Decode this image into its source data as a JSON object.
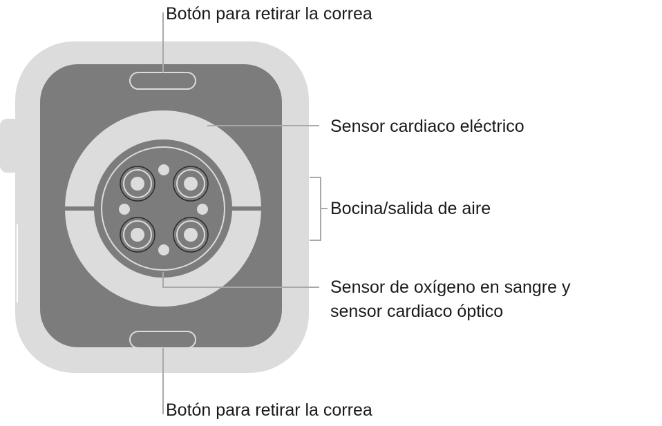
{
  "callouts": {
    "top_band_button": "Botón para retirar la correa",
    "electrical_heart_sensor": "Sensor cardiaco eléctrico",
    "speaker_vent": "Bocina/salida de aire",
    "optical_sensor_line1": "Sensor de oxígeno en sangre y",
    "optical_sensor_line2": "sensor cardiaco óptico",
    "bottom_band_button": "Botón para retirar la correa"
  },
  "colors": {
    "case": "#dcdcdc",
    "back_panel": "#7c7c7c",
    "sensor_ring": "#dcdcdc",
    "sensor_center": "#7c7c7c",
    "leader_line": "#a9a9a9",
    "text": "#1a1a1a"
  }
}
